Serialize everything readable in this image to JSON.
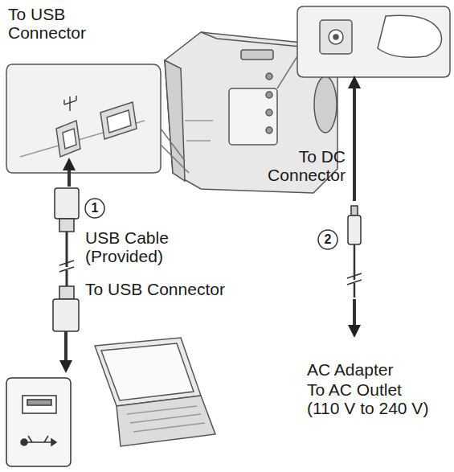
{
  "diagram": {
    "labels": [
      "To USB Connector",
      "1",
      "USB Cable (Provided)",
      "To USB Connector",
      "To DC Connector",
      "2",
      "AC Adapter",
      "To AC Outlet (110 V to 240 V)"
    ]
  }
}
